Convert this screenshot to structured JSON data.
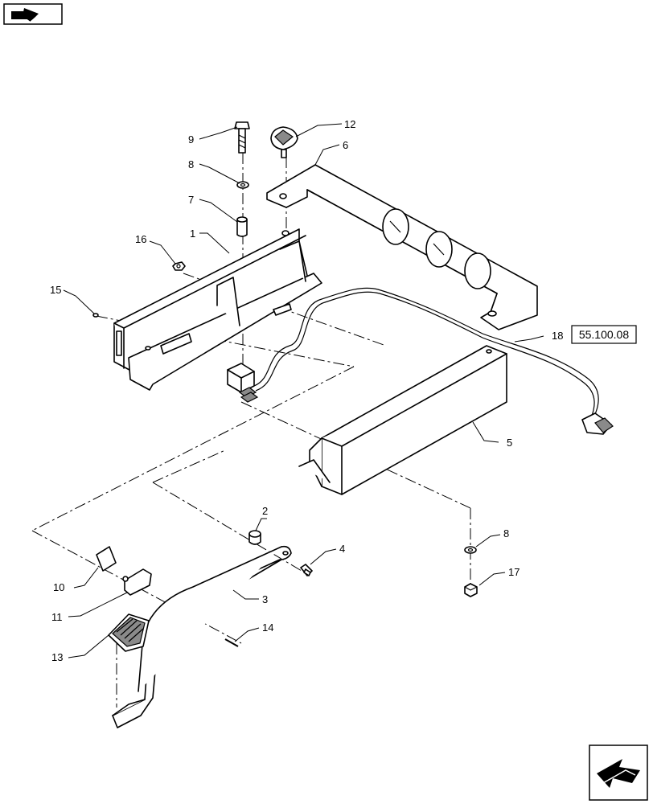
{
  "reference_box": "55.100.08",
  "callouts": {
    "p1": "1",
    "p2": "2",
    "p3": "3",
    "p4": "4",
    "p5": "5",
    "p6": "6",
    "p7": "7",
    "p8a": "8",
    "p8b": "8",
    "p9": "9",
    "p10": "10",
    "p11": "11",
    "p12": "12",
    "p13": "13",
    "p14": "14",
    "p15": "15",
    "p16": "16",
    "p17": "17",
    "p18": "18"
  },
  "icons": {
    "top_left": "book-pointer-icon",
    "bottom_right": "next-page-arrow-icon"
  }
}
